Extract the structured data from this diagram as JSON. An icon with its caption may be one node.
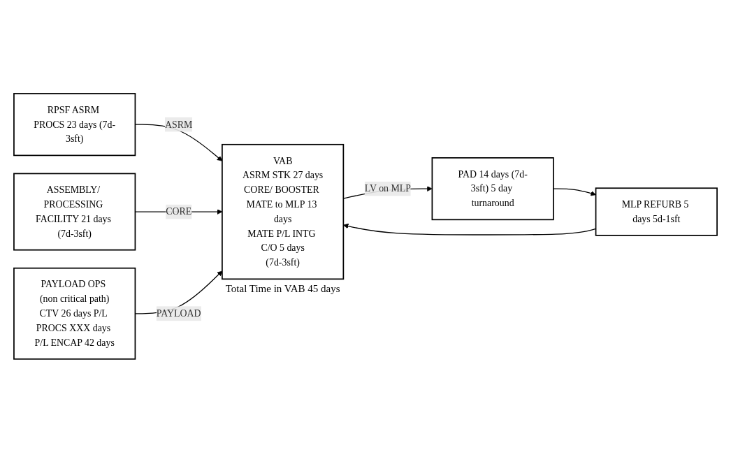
{
  "diagram": {
    "nodes": [
      {
        "text": [
          "RPSF ASRM PROCS 23 days (7d-3sft)"
        ]
      },
      {
        "text": [
          "ASSEMBLY/ PROCESSING FACILITY 21 days (7d-3sft)"
        ]
      },
      {
        "text": [
          "PAYLOAD OPS (non critical path)",
          "CTV 26 days P/L PROCS XXX days P/L ENCAP 42 days"
        ]
      },
      {
        "text": [
          "VAB",
          "ASRM STK 27 days",
          "CORE/ BOOSTER MATE to MLP 13 days",
          "MATE P/L INTG C/O 5 days",
          "(7d-3sft)"
        ],
        "beside": [
          "Total Time in VAB 45 days"
        ]
      },
      {
        "text": [
          "MLP REFURB 5 days 5d-1sft"
        ]
      },
      {
        "text": [
          "PAD 14 days (7d-3sft) 5 day turnaround"
        ]
      }
    ],
    "edges": [
      {
        "from": 0,
        "to": 3,
        "arrow": "to",
        "label": "ASRM"
      },
      {
        "from": 1,
        "to": 3,
        "arrow": "to",
        "label": "CORE"
      },
      {
        "from": 2,
        "to": 3,
        "arrow": "to",
        "label": "PAYLOAD"
      },
      {
        "from": 3,
        "to": 5,
        "arrow": "to",
        "label": "LV on MLP"
      },
      {
        "from": 5,
        "to": 4,
        "arrow": "to"
      },
      {
        "from": 4,
        "to": 3,
        "arrow": "to"
      }
    ]
  }
}
